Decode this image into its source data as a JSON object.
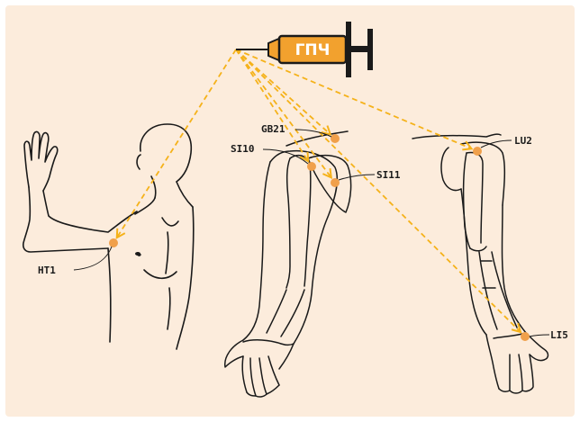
{
  "colors": {
    "background": "#fcecdc",
    "frame": "#ffffff",
    "syringe_body": "#f2a12e",
    "syringe_outline": "#1a1a1a",
    "arrow": "#f5b21a",
    "point": "#f0a04b",
    "line_art": "#1a1a1a"
  },
  "syringe": {
    "label": "ГПЧ"
  },
  "points": [
    {
      "id": "HT1",
      "label": "HT1"
    },
    {
      "id": "GB21",
      "label": "GB21"
    },
    {
      "id": "SI10",
      "label": "SI10"
    },
    {
      "id": "SI11",
      "label": "SI11"
    },
    {
      "id": "LU2",
      "label": "LU2"
    },
    {
      "id": "LI5",
      "label": "LI5"
    }
  ],
  "figures": [
    {
      "icon": "torso-raised-arm-figure"
    },
    {
      "icon": "arm-skeleton-posterior-figure"
    },
    {
      "icon": "arm-skeleton-anterior-figure"
    }
  ]
}
